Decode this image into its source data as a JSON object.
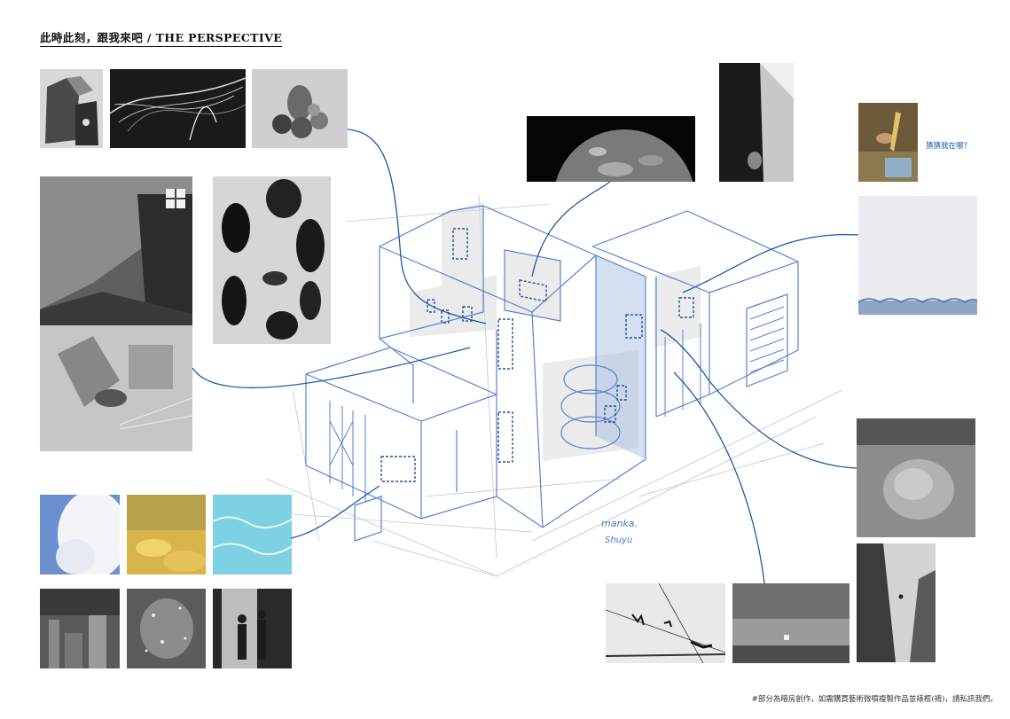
{
  "header": {
    "title": "此時此刻，跟我來吧 / THE PERSPECTIVE"
  },
  "sketch": {
    "signature_name": "manka.",
    "signature_sub": "Shuyu"
  },
  "annotation": {
    "guess_text": "猜猜我在哪？"
  },
  "footer": {
    "note": "#部分為暗房創作，如需購買藝術微噴複製作品並裱框(褙)，請私訊我們。"
  },
  "palette": {
    "ink_blue": "#1c5aa8",
    "sketch_blue": "#5a82cf",
    "pencil": "#b8b8b8",
    "background": "#ffffff"
  },
  "photos": [
    "abstract-gray-shapes-photo",
    "light-trails-photo",
    "still-life-fruit-photo",
    "abstract-shadows-collage-photo",
    "floating-stones-photo",
    "planet-surface-photo",
    "dark-corridor-photo",
    "hand-with-leaf-photo",
    "white-water-surface-photo",
    "blurred-gray-orb-photo",
    "white-tree-blossom-photo",
    "yellow-flower-field-photo",
    "turquoise-water-photo",
    "ruined-building-photo",
    "darkroom-spots-photo",
    "figures-in-doorway-photo",
    "birds-on-wire-photo",
    "foggy-landscape-photo",
    "tall-buildings-sky-photo"
  ]
}
